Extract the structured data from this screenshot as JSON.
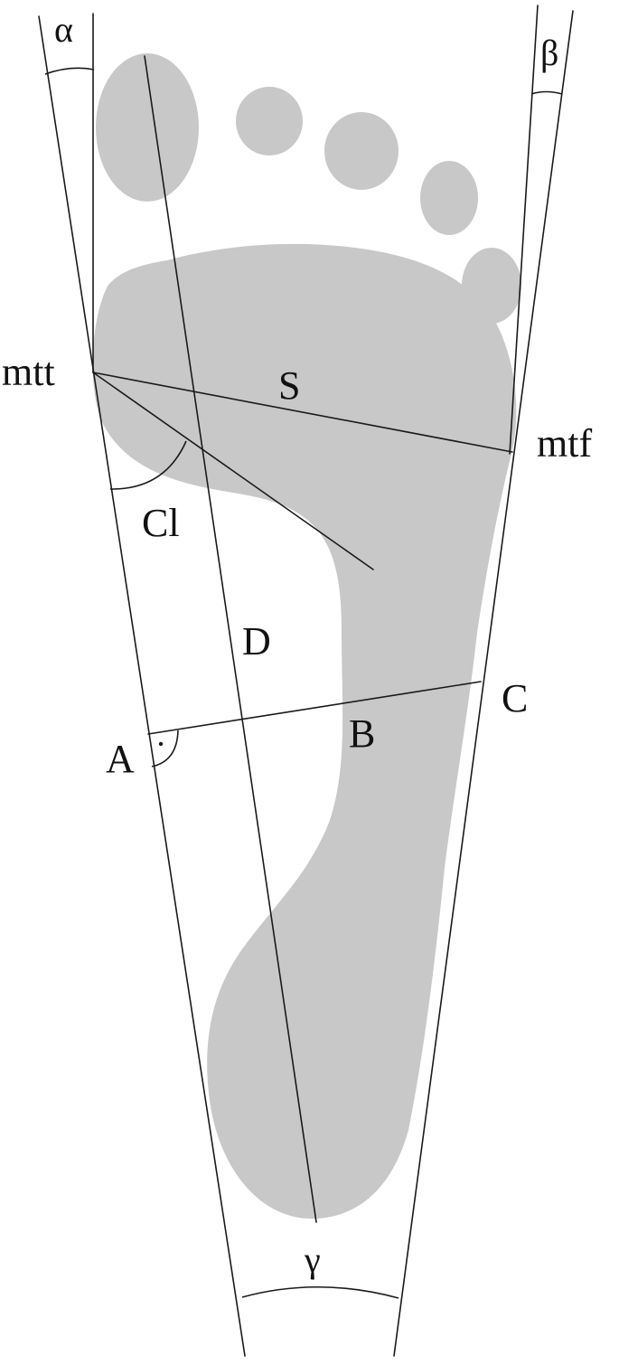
{
  "labels": {
    "alpha": "α",
    "beta": "β",
    "gamma": "γ",
    "mtt": "mtt",
    "mtf": "mtf",
    "S": "S",
    "Cl": "Cl",
    "D": "D",
    "A": "A",
    "B": "B",
    "C": "C"
  },
  "colors": {
    "footprint": "#c8c8c8",
    "lines": "#1a1a1a",
    "background": "#ffffff"
  }
}
